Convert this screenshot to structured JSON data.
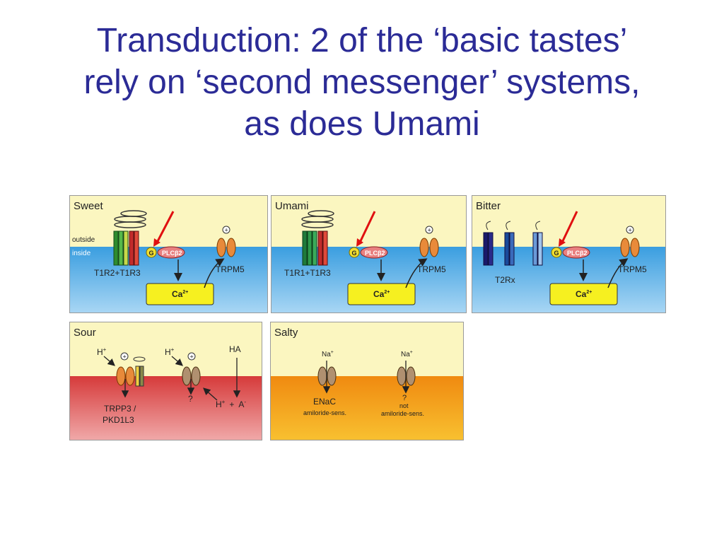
{
  "slide": {
    "title_lines": [
      "Transduction: 2 of the ‘basic tastes’",
      "rely on ‘second messenger’ systems,",
      "as does Umami"
    ]
  },
  "panels": {
    "sweet": {
      "title": "Sweet",
      "outside": "outside",
      "inside": "inside",
      "receptor": "T1R2+T1R3",
      "g": "G",
      "plc": "PLCβ2",
      "channel": "TRPM5",
      "ca": "Ca",
      "ca_sup": "2+"
    },
    "umami": {
      "title": "Umami",
      "receptor": "T1R1+T1R3",
      "g": "G",
      "plc": "PLCβ2",
      "channel": "TRPM5",
      "ca": "Ca",
      "ca_sup": "2+"
    },
    "bitter": {
      "title": "Bitter",
      "receptor": "T2Rx",
      "g": "G",
      "plc": "PLCβ2",
      "channel": "TRPM5",
      "ca": "Ca",
      "ca_sup": "2+"
    },
    "sour": {
      "title": "Sour",
      "h": "H",
      "plus": "+",
      "ha": "HA",
      "channel1": "TRPP3 /",
      "channel2": "PKD1L3",
      "unknown": "?",
      "h2": "H",
      "a": "A",
      "minus": "-",
      "plus_sign": "+"
    },
    "salty": {
      "title": "Salty",
      "na": "Na",
      "plus": "+",
      "enac": "ENaC",
      "sens1": "amiloride-sens.",
      "unknown": "?",
      "not": "not",
      "sens2": "amiloride-sens."
    }
  },
  "colors": {
    "title": "#2b2b96",
    "outside_bg": "#fbf6c0",
    "inside_blue": "#6ab8ea",
    "sour_red": "#d94a4a",
    "salty_orange": "#f0a020",
    "annotation_arrow": "#e01010"
  }
}
